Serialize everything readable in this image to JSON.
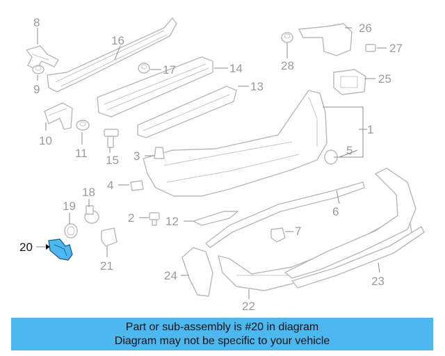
{
  "colors": {
    "highlight_part": "#4db8ef",
    "banner_bg": "#4db8ef",
    "line_art": "#b8b8b8",
    "callout_text": "#9a9a9a",
    "highlight_text": "#111111"
  },
  "callouts": {
    "c1": "1",
    "c2": "2",
    "c3": "3",
    "c4": "4",
    "c5": "5",
    "c6": "6",
    "c7": "7",
    "c8": "8",
    "c9": "9",
    "c10": "10",
    "c11": "11",
    "c12": "12",
    "c13": "13",
    "c14": "14",
    "c15": "15",
    "c16": "16",
    "c17": "17",
    "c18": "18",
    "c19": "19",
    "c20": "20",
    "c21": "21",
    "c22": "22",
    "c23": "23",
    "c24": "24",
    "c25": "25",
    "c26": "26",
    "c27": "27",
    "c28": "28"
  },
  "highlighted_part": "20",
  "banner": {
    "line1": "Part or sub-assembly is #20 in diagram",
    "line2": "Diagram may not be specific to your vehicle"
  }
}
